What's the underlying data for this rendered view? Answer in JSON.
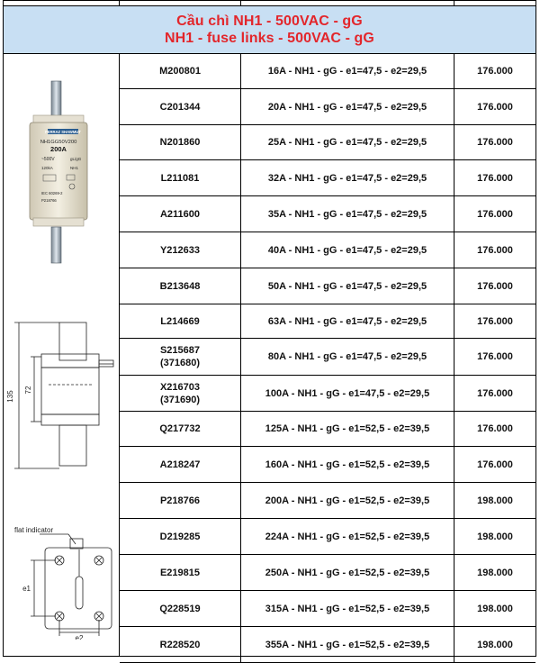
{
  "header": {
    "title_vi": "Cầu chì NH1 - 500VAC - gG",
    "title_en": "NH1 - fuse links - 500VAC - gG"
  },
  "images": {
    "fuse_label": {
      "brand": "FERRAZ SHAWMUT",
      "model": "NH1GG50V200",
      "rating": "200A",
      "voltage": "~500V",
      "class": "gL/gG",
      "breaking": "120kA",
      "din": "NH1",
      "standard": "IEC 60269-2",
      "ref": "P218766"
    },
    "dim_drawing": {
      "dim_total": "135",
      "dim_body": "72"
    },
    "indicator_drawing": {
      "caption": "flat indicator",
      "dim_e1": "e1",
      "dim_e2": "e2"
    }
  },
  "rows": [
    {
      "code": "M200801",
      "desc": "16A - NH1 - gG - e1=47,5 - e2=29,5",
      "price": "176.000"
    },
    {
      "code": "C201344",
      "desc": "20A - NH1 - gG - e1=47,5 - e2=29,5",
      "price": "176.000"
    },
    {
      "code": "N201860",
      "desc": "25A - NH1 - gG - e1=47,5 - e2=29,5",
      "price": "176.000"
    },
    {
      "code": "L211081",
      "desc": "32A - NH1 - gG - e1=47,5 - e2=29,5",
      "price": "176.000"
    },
    {
      "code": "A211600",
      "desc": "35A - NH1 - gG - e1=47,5 - e2=29,5",
      "price": "176.000"
    },
    {
      "code": "Y212633",
      "desc": "40A - NH1 - gG - e1=47,5 - e2=29,5",
      "price": "176.000"
    },
    {
      "code": "B213648",
      "desc": "50A - NH1 - gG - e1=47,5 - e2=29,5",
      "price": "176.000"
    },
    {
      "code": "L214669",
      "desc": "63A - NH1 - gG - e1=47,5 - e2=29,5",
      "price": "176.000"
    },
    {
      "code": "S215687",
      "code2": "(371680)",
      "desc": "80A - NH1 - gG - e1=47,5 - e2=29,5",
      "price": "176.000"
    },
    {
      "code": "X216703",
      "code2": "(371690)",
      "desc": "100A - NH1 - gG - e1=47,5 - e2=29,5",
      "price": "176.000"
    },
    {
      "code": "Q217732",
      "desc": "125A - NH1 - gG - e1=52,5 - e2=39,5",
      "price": "176.000"
    },
    {
      "code": "A218247",
      "desc": "160A - NH1 - gG - e1=52,5 - e2=39,5",
      "price": "176.000"
    },
    {
      "code": "P218766",
      "desc": "200A - NH1 - gG - e1=52,5 - e2=39,5",
      "price": "198.000"
    },
    {
      "code": "D219285",
      "desc": "224A - NH1 - gG - e1=52,5 - e2=39,5",
      "price": "198.000"
    },
    {
      "code": "E219815",
      "desc": "250A - NH1 - gG - e1=52,5 - e2=39,5",
      "price": "198.000"
    },
    {
      "code": "Q228519",
      "desc": "315A - NH1 - gG - e1=52,5 - e2=39,5",
      "price": "198.000"
    },
    {
      "code": "R228520",
      "desc": "355A - NH1 - gG - e1=52,5 - e2=39,5",
      "price": "198.000"
    }
  ]
}
